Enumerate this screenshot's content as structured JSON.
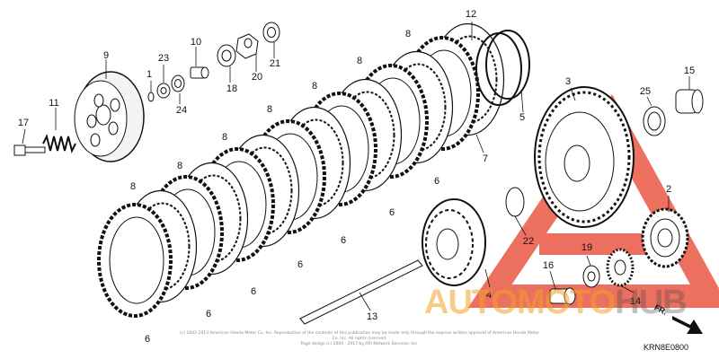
{
  "diagram": {
    "code": "KRN8E0800",
    "direction_label": "FR.",
    "copyright": [
      "(c) 2002-2013 American Honda Motor Co. Inc. Reproduction of the contents of this publication may be made only through the express written approval of American Honda Motor Co. Inc. All rights reserved.",
      "Page design (c) 2004 - 2017 by ARI Network Services, Inc."
    ]
  },
  "watermark": {
    "text_accent": "AUTOMOTO",
    "text_dark": "HUB",
    "accent_color": "#f3a028",
    "logo_color": "#e8402a"
  },
  "callouts": [
    {
      "id": "c9",
      "label": "9"
    },
    {
      "id": "c23",
      "label": "23"
    },
    {
      "id": "c1",
      "label": "1"
    },
    {
      "id": "c10",
      "label": "10"
    },
    {
      "id": "c24",
      "label": "24"
    },
    {
      "id": "c18",
      "label": "18"
    },
    {
      "id": "c20",
      "label": "20"
    },
    {
      "id": "c21",
      "label": "21"
    },
    {
      "id": "c12",
      "label": "12"
    },
    {
      "id": "c11",
      "label": "11"
    },
    {
      "id": "c17",
      "label": "17"
    },
    {
      "id": "c8a",
      "label": "8"
    },
    {
      "id": "c8b",
      "label": "8"
    },
    {
      "id": "c8c",
      "label": "8"
    },
    {
      "id": "c8d",
      "label": "8"
    },
    {
      "id": "c8e",
      "label": "8"
    },
    {
      "id": "c8f",
      "label": "8"
    },
    {
      "id": "c8g",
      "label": "8"
    },
    {
      "id": "c5",
      "label": "5"
    },
    {
      "id": "c7",
      "label": "7"
    },
    {
      "id": "c3",
      "label": "3"
    },
    {
      "id": "c25",
      "label": "25"
    },
    {
      "id": "c15",
      "label": "15"
    },
    {
      "id": "c2",
      "label": "2"
    },
    {
      "id": "c6a",
      "label": "6"
    },
    {
      "id": "c6b",
      "label": "6"
    },
    {
      "id": "c6c",
      "label": "6"
    },
    {
      "id": "c6d",
      "label": "6"
    },
    {
      "id": "c6e",
      "label": "6"
    },
    {
      "id": "c6f",
      "label": "6"
    },
    {
      "id": "c6g",
      "label": "6"
    },
    {
      "id": "c22",
      "label": "22"
    },
    {
      "id": "c19",
      "label": "19"
    },
    {
      "id": "c16",
      "label": "16"
    },
    {
      "id": "c4",
      "label": "4"
    },
    {
      "id": "c14",
      "label": "14"
    },
    {
      "id": "c13",
      "label": "13"
    }
  ]
}
